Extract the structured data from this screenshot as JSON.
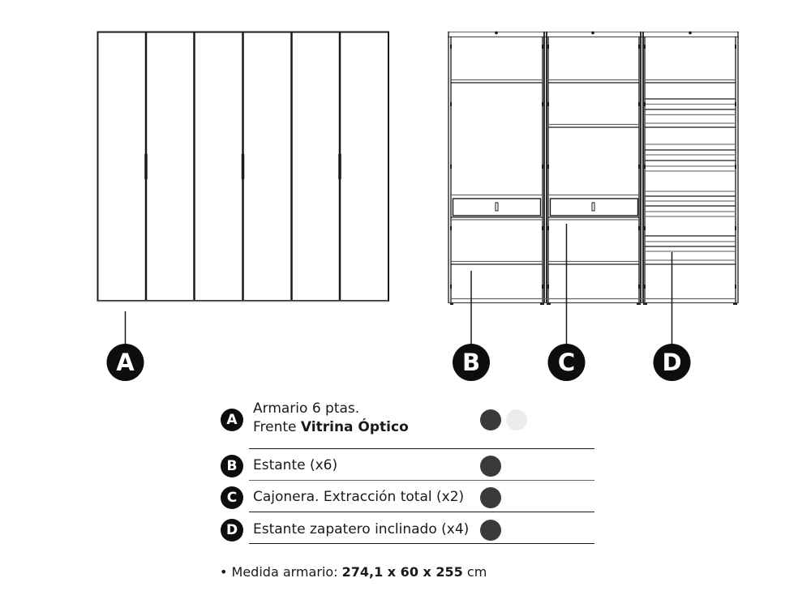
{
  "diagram": {
    "front_view": {
      "label": "A",
      "door_count": 6
    },
    "interior_view": {
      "labels": [
        "B",
        "C",
        "D"
      ]
    },
    "callouts": [
      {
        "letter": "A",
        "target": "front doors"
      },
      {
        "letter": "B",
        "target": "shelf"
      },
      {
        "letter": "C",
        "target": "drawer unit"
      },
      {
        "letter": "D",
        "target": "inclined shoe shelf"
      }
    ]
  },
  "legend": {
    "items": [
      {
        "letter": "A",
        "line1": "Armario 6 ptas.",
        "line2_prefix": "Frente ",
        "line2_bold": "Vitrina Óptico",
        "swatches": [
          "#3a3a3a",
          "#ececec"
        ]
      },
      {
        "letter": "B",
        "label": "Estante (x6)",
        "swatches": [
          "#3a3a3a"
        ]
      },
      {
        "letter": "C",
        "label": "Cajonera. Extracción total (x2)",
        "swatches": [
          "#3a3a3a"
        ]
      },
      {
        "letter": "D",
        "label": "Estante zapatero inclinado (x4)",
        "swatches": [
          "#3a3a3a"
        ]
      }
    ]
  },
  "footer": {
    "bullet": "•",
    "prefix": "Medida armario: ",
    "dimensions": "274,1 x 60 x 255",
    "unit": " cm"
  },
  "colors": {
    "line": "#1a1a1a",
    "badge": "#0d0d0d",
    "swatch_dark": "#3a3a3a",
    "swatch_light": "#ececec"
  }
}
